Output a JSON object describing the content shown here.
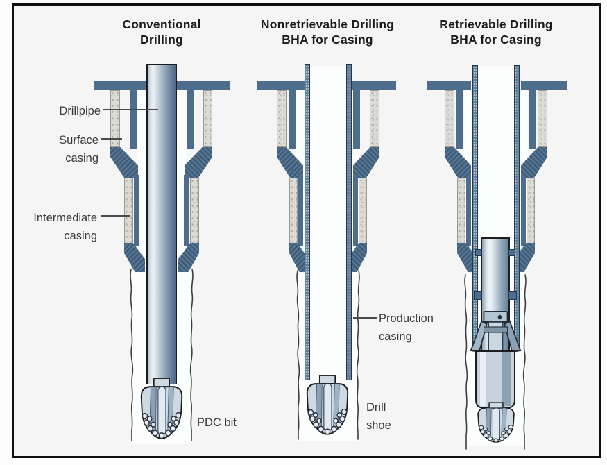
{
  "figure": {
    "panels": [
      {
        "id": "conventional",
        "title_line1": "Conventional",
        "title_line2": "Drilling"
      },
      {
        "id": "nonretrievable",
        "title_line1": "Nonretrievable Drilling",
        "title_line2": "BHA for Casing"
      },
      {
        "id": "retrievable",
        "title_line1": "Retrievable Drilling",
        "title_line2": "BHA for Casing"
      }
    ],
    "labels": {
      "drillpipe": "Drillpipe",
      "surface_casing": "Surface casing",
      "intermediate_casing": "Intermediate casing",
      "pdc_bit": "PDC bit",
      "production_casing": "Production casing",
      "drill_shoe": "Drill shoe"
    },
    "colors": {
      "steel_blue": "#4e6d8c",
      "cement_gray": "#dcdbd5",
      "background": "#f5f5f6",
      "frame": "#0f0f0f",
      "pipe_light": "#eef3f7",
      "pipe_dark": "#4d6a86"
    }
  }
}
